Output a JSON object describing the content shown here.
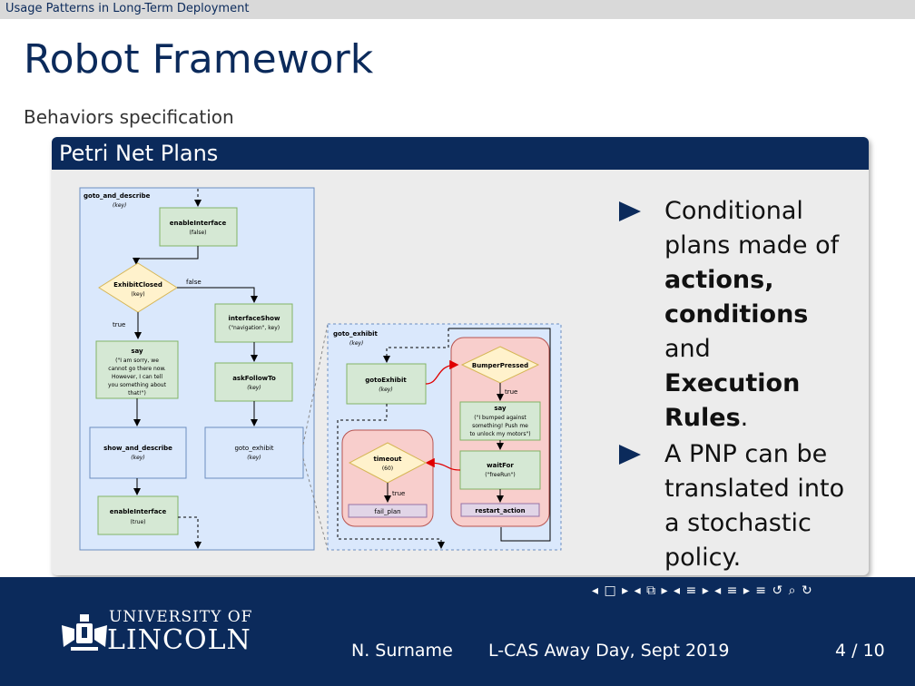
{
  "header": {
    "section": "Usage Patterns in Long-Term Deployment"
  },
  "slide": {
    "title": "Robot Framework",
    "subtitle": "Behaviors specification",
    "block_title": "Petri Net Plans"
  },
  "diagram": {
    "left_frame": "goto_and_describe",
    "left_frame_param": "(key)",
    "enable_interface_1": "enableInterface",
    "enable_interface_1_param": "(false)",
    "exhibit_closed": "ExhibitClosed",
    "exhibit_closed_param": "(key)",
    "label_false": "false",
    "label_true_1": "true",
    "interface_show": "interfaceShow",
    "interface_show_param": "(\"navigation\", key)",
    "say_1": "say",
    "say_1_line1": "(\"I am sorry, we",
    "say_1_line2": "cannot go there now.",
    "say_1_line3": "However, I can tell",
    "say_1_line4": "you something about",
    "say_1_line5": "that!\")",
    "ask_follow_to": "askFollowTo",
    "ask_follow_to_param": "(key)",
    "show_and_describe": "show_and_describe",
    "show_and_describe_param": "(key)",
    "goto_exhibit_box": "goto_exhibit",
    "goto_exhibit_box_param": "(key)",
    "enable_interface_2": "enableInterface",
    "enable_interface_2_param": "(true)",
    "right_frame": "goto_exhibit",
    "right_frame_param": "(key)",
    "goto_exhibit_action": "gotoExhibit",
    "goto_exhibit_action_param": "(key)",
    "bumper_pressed": "BumperPressed",
    "label_true_2": "true",
    "say_2": "say",
    "say_2_line1": "(\"I bumped against",
    "say_2_line2": "something! Push me",
    "say_2_line3": "to unlock my motors\")",
    "timeout": "timeout",
    "timeout_param": "(60)",
    "wait_for": "waitFor",
    "wait_for_param": "(\"freeRun\")",
    "label_true_3": "true",
    "fail_plan": "fail_plan",
    "restart_action": "restart_action"
  },
  "bullets": {
    "b1_line1": "Conditional",
    "b1_line2": "plans made of",
    "b1_line3": "actions,",
    "b1_line4": "conditions",
    "b1_line5": "and",
    "b1_line6": "Execution",
    "b1_line7": "Rules",
    "b1_line7_suffix": ".",
    "b2_line1": "A PNP can be",
    "b2_line2": "translated into",
    "b2_line3": "a stochastic",
    "b2_line4": "policy."
  },
  "footer": {
    "university_line1": "UNIVERSITY OF",
    "university_line2": "LINCOLN",
    "author": "N. Surname",
    "event": "L-CAS Away Day, Sept 2019",
    "page": "4 / 10",
    "nav_symbols": "◂ □ ▸ ◂ ⧉ ▸ ◂ ≡ ▸ ◂ ≡ ▸   ≡   ↺ ⌕ ↻"
  },
  "colors": {
    "navy": "#0b2a5b",
    "block_bg": "#ececec",
    "frame_blue": "#dae8fc",
    "action_green": "#d5e8d4",
    "condition_yellow": "#fff2cc",
    "recovery_red": "#f8cecc",
    "fail_purple": "#e1d5e7"
  }
}
